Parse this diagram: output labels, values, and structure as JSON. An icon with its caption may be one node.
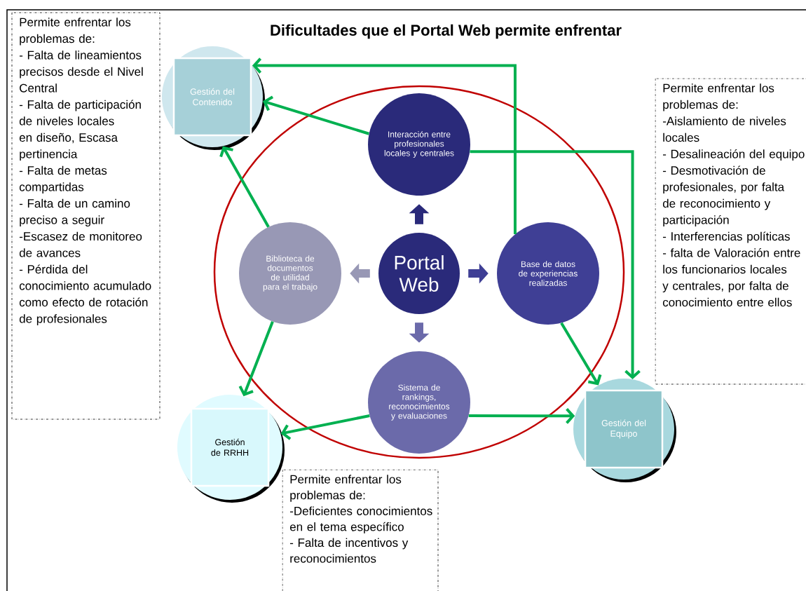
{
  "diagram": {
    "title": "Dificultades que el Portal Web permite enfrentar",
    "nodes": [
      {
        "text": [
          "Portal Web"
        ]
      },
      {
        "text": [
          "Interacción entre profesionales locales y centrales"
        ]
      },
      {
        "text": [
          "Base de datos de experiencias realizadas"
        ]
      },
      {
        "text": [
          "Biblioteca de documentos de utilidad para el trabajo"
        ]
      },
      {
        "text": [
          "Sistema de rankings, reconocimientos y evaluaciones"
        ]
      },
      {
        "text": [
          "Gestión del Contenido"
        ]
      },
      {
        "text": [
          "Gestión de RRHH"
        ]
      },
      {
        "text": [
          "Gestión del Equipo"
        ]
      },
      {
        "text": [
          "Permite enfrentar los problemas de:",
          "- Falta de lineamientos precisos desde el Nivel Central",
          "- Falta de participación de niveles locales en diseño, Escasa pertinencia",
          "- Falta de metas compartidas",
          "- Falta de un camino preciso a seguir",
          "-Escasez de monitoreo de avances",
          "- Pérdida del conocimiento acumulado como efecto de rotación de profesionales"
        ]
      },
      {
        "text": [
          "Permite enfrentar los problemas de:",
          "-Aislamiento de niveles locales",
          "- Desalineación del equipo",
          "- Desmotivación de profesionales, por falta de reconocimiento y participación",
          "- Interferencias políticas",
          "- falta de Valoración entre los funcionarios locales y centrales, por falta de conocimiento entre ellos"
        ]
      },
      {
        "text": [
          "Permite enfrentar los problemas de:",
          "-Deficientes conocimientos en el tema específico",
          "- Falta de incentivos y reconocimientos"
        ]
      }
    ],
    "edges": [
      {
        "from": 0,
        "to": 1,
        "arrow": "to",
        "style": "thick",
        "color": "#2a2a7a"
      },
      {
        "from": 0,
        "to": 2,
        "arrow": "to",
        "style": "thick",
        "color": "#3f3f95"
      },
      {
        "from": 0,
        "to": 3,
        "arrow": "to",
        "style": "thick",
        "color": "#9898b5"
      },
      {
        "from": 0,
        "to": 4,
        "arrow": "to",
        "style": "thick",
        "color": "#6b6aaa"
      },
      {
        "from": 1,
        "to": 5,
        "arrow": "to"
      },
      {
        "from": 2,
        "to": 5,
        "arrow": "to"
      },
      {
        "from": 1,
        "to": 7,
        "arrow": "to"
      },
      {
        "from": 3,
        "to": 5,
        "arrow": "to"
      },
      {
        "from": 3,
        "to": 6,
        "arrow": "to"
      },
      {
        "from": 4,
        "to": 6,
        "arrow": "to"
      },
      {
        "from": 4,
        "to": 7,
        "arrow": "to"
      },
      {
        "from": 2,
        "to": 7,
        "arrow": "to"
      }
    ]
  }
}
